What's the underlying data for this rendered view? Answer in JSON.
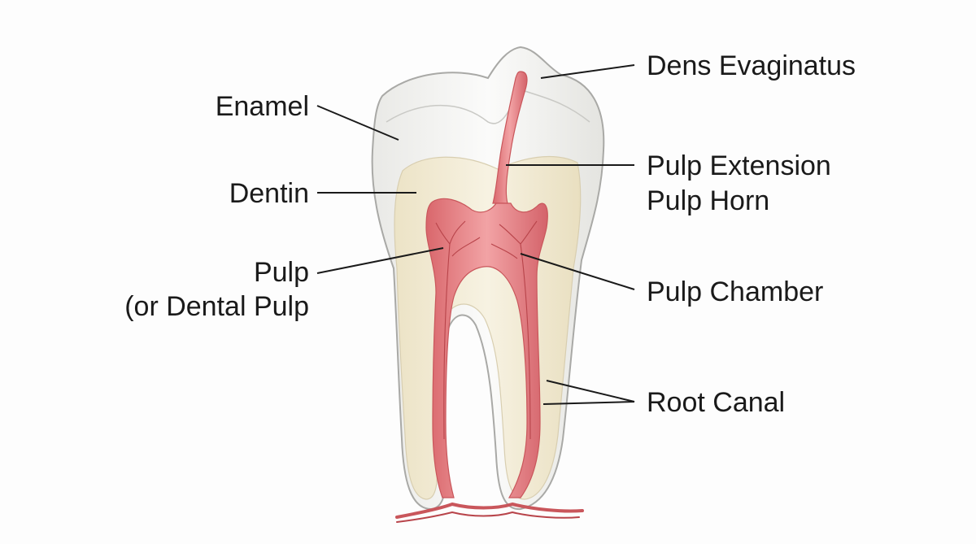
{
  "labels": {
    "enamel": "Enamel",
    "dentin": "Dentin",
    "pulp_line1": "Pulp",
    "pulp_line2": "(or Dental Pulp",
    "dens_evaginatus": "Dens Evaginatus",
    "pulp_extension": "Pulp Extension",
    "pulp_horn": "Pulp Horn",
    "pulp_chamber": "Pulp Chamber",
    "root_canal": "Root Canal"
  },
  "colors": {
    "enamel": "#f3f3f1",
    "dentin": "#f1ebd6",
    "pulp": "#e7868a",
    "pulp_dark": "#c9565b",
    "vessel": "#b8444a",
    "outline": "#a9a9a6",
    "text": "#1a1a1a"
  }
}
